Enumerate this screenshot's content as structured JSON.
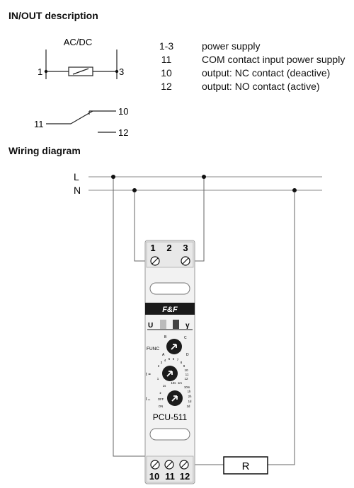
{
  "io_section": {
    "title": "IN/OUT description",
    "coil_label": "AC/DC",
    "coil_terminals": [
      "1",
      "3"
    ],
    "contact_terminals": [
      "11",
      "10",
      "12"
    ],
    "descriptions": [
      {
        "code": "1-3",
        "text": "power supply"
      },
      {
        "code": "11",
        "text": "COM contact input power supply"
      },
      {
        "code": "10",
        "text": "output: NC contact (deactive)"
      },
      {
        "code": "12",
        "text": "output: NO contact (active)"
      }
    ]
  },
  "wiring_section": {
    "title": "Wiring diagram",
    "line_labels": [
      "L",
      "N"
    ],
    "top_terminals": [
      "1",
      "2",
      "3"
    ],
    "bottom_terminals": [
      "10",
      "11",
      "12"
    ],
    "load_label": "R"
  },
  "device": {
    "brand": "F&F",
    "model": "PCU-511",
    "indicators": [
      "U",
      "γ"
    ],
    "func_label": "FUNC",
    "func_marks": [
      "B",
      "C",
      "A",
      "D"
    ],
    "t_label": "t =",
    "t_marks": [
      "2",
      "3",
      "4",
      "5",
      "6",
      "7",
      "8",
      "9",
      "10",
      "11",
      "12",
      "1"
    ],
    "range_label": "t↔",
    "range_marks": [
      "1s",
      "10s",
      "1m",
      "10m",
      "1h",
      "2h",
      "1d",
      "2d",
      "ON",
      "OFF",
      "1·"
    ]
  }
}
